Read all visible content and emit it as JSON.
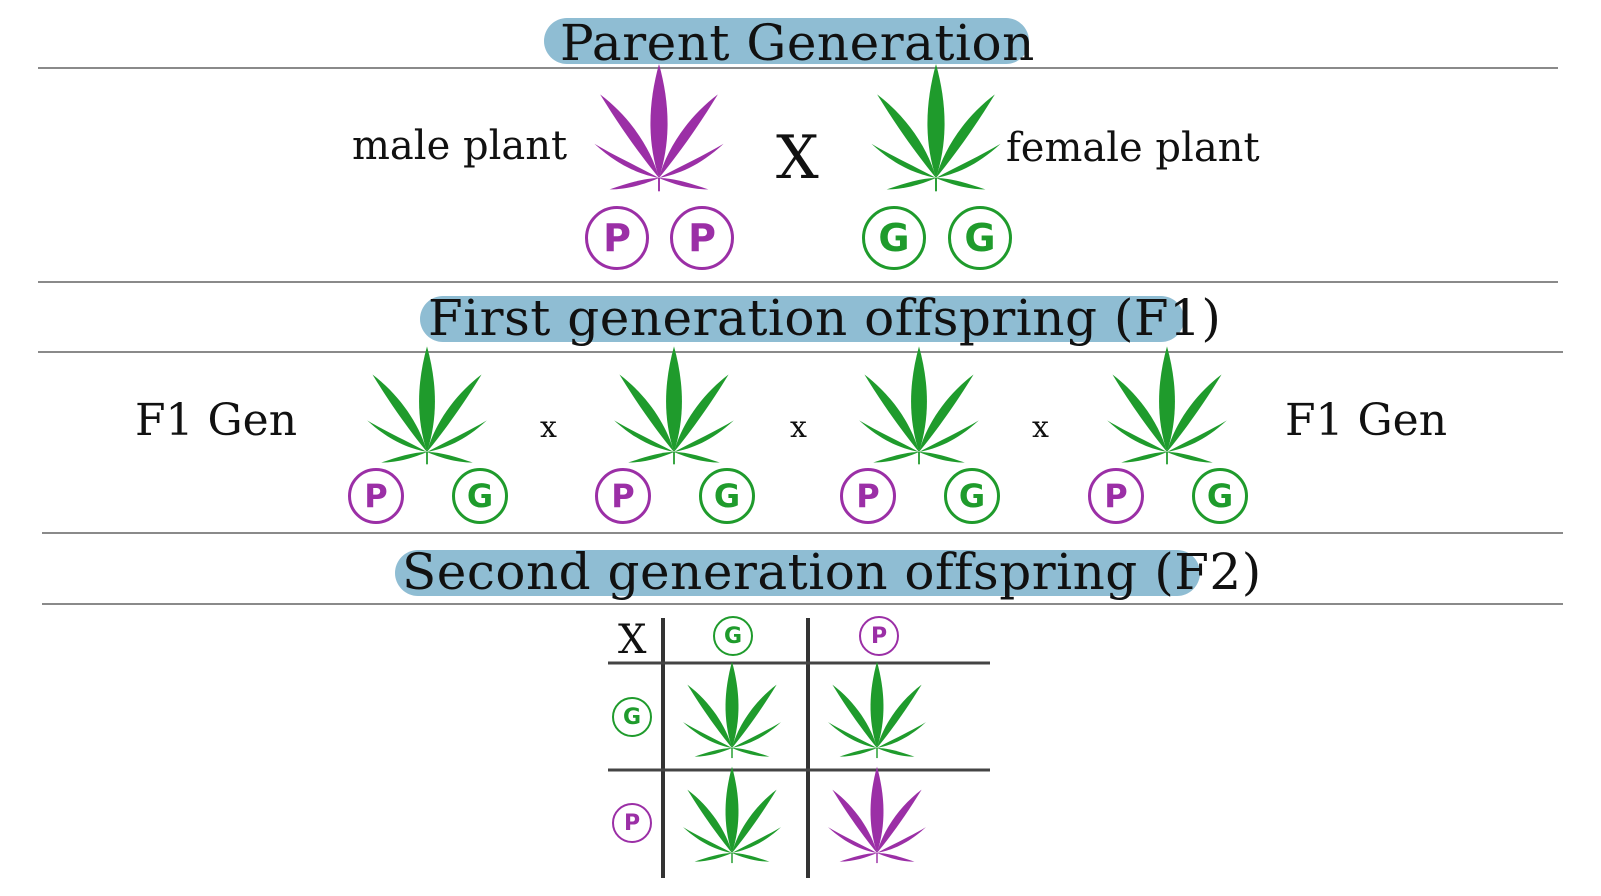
{
  "colors": {
    "purple": "#9b2fa6",
    "green": "#1f9b2c",
    "highlight": "#8fbdd3",
    "rule": "#8a8a8a"
  },
  "sections": {
    "parent": "Parent Generation",
    "f1": "First generation offspring (F1)",
    "f2": "Second generation offspring (F2)"
  },
  "parent": {
    "male_label": "male plant",
    "female_label": "female plant",
    "cross": "X",
    "male_alleles": [
      "P",
      "P"
    ],
    "female_alleles": [
      "G",
      "G"
    ],
    "male_plant_color": "purple",
    "female_plant_color": "green"
  },
  "f1": {
    "left_label": "F1 Gen",
    "right_label": "F1 Gen",
    "cross": "x",
    "plants": [
      {
        "color": "green",
        "alleles": [
          "P",
          "G"
        ]
      },
      {
        "color": "green",
        "alleles": [
          "P",
          "G"
        ]
      },
      {
        "color": "green",
        "alleles": [
          "P",
          "G"
        ]
      },
      {
        "color": "green",
        "alleles": [
          "P",
          "G"
        ]
      }
    ]
  },
  "punnett": {
    "corner": "X",
    "columns": [
      "G",
      "P"
    ],
    "rows": [
      "G",
      "P"
    ],
    "cells": [
      [
        "green",
        "green"
      ],
      [
        "green",
        "purple"
      ]
    ]
  }
}
